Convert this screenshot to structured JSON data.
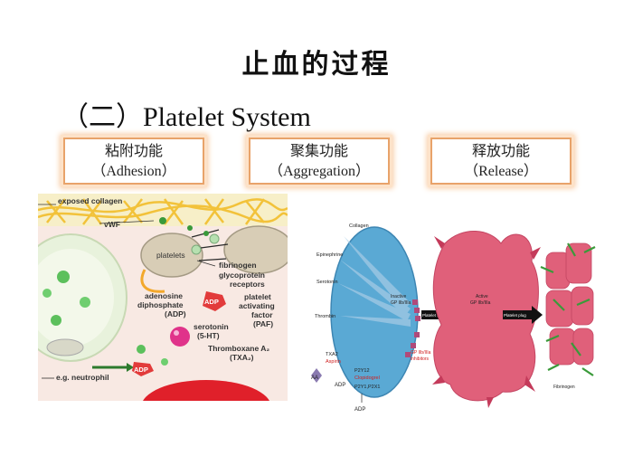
{
  "title": "止血的过程",
  "subtitle": "（二）Platelet System",
  "stages": [
    {
      "zh": "粘附功能",
      "en": "（Adhesion）"
    },
    {
      "zh": "聚集功能",
      "en": "（Aggregation）"
    },
    {
      "zh": "释放功能",
      "en": "（Release）"
    }
  ],
  "adhesion_diagram": {
    "exposed_collagen": "exposed collagen",
    "vwf": "vWF",
    "platelets": "platelets",
    "fibrinogen": "fibrinogen",
    "glycoprotein_1": "glycoprotein",
    "glycoprotein_2": "receptors",
    "adp_line1": "adenosine",
    "adp_line2": "diphosphate",
    "adp_line3": "(ADP)",
    "adp_badge": "ADP",
    "paf_line1": "platelet",
    "paf_line2": "activating",
    "paf_line3": "factor",
    "paf_line4": "(PAF)",
    "serotonin_line1": "serotonin",
    "serotonin_line2": "(5-HT)",
    "txa_line1": "Thromboxane A₂",
    "txa_line2": "(TXA₂)",
    "neutrophil": "e.g. neutrophil",
    "adp_badge_2": "ADP"
  },
  "aggregation_diagram": {
    "collagen": "Collagen",
    "epinephrine": "Epinephrine",
    "serotonin": "Serotonin",
    "thrombin": "Thrombin",
    "txa2": "TXA2",
    "aspirin": "Aspirin",
    "aa": "AA",
    "adp_left": "ADP",
    "adp_bottom": "ADP",
    "p2y12": "P2Y12",
    "clopidogrel": "Clopidogrel",
    "p2y1": "P2Y1,P2X1",
    "inactive_1": "Inactive",
    "inactive_2": "GP IIb/IIIa",
    "platelet_activation": "Platelet activation",
    "gp_inhib_1": "GP IIb/IIIa",
    "gp_inhib_2": "inhibitors",
    "active_1": "Active",
    "active_2": "GP IIb/IIIa",
    "platelet_plug": "Platelet plug",
    "fibrinogen": "Fibrinogen"
  },
  "colors": {
    "stage_border": "#e8a36a",
    "collagen_yellow": "#f2c23a",
    "platelet_tan": "#d8cdb6",
    "adp_red": "#e23b3b",
    "pink_platelet": "#e0607a",
    "blue_platelet": "#5aa9d4",
    "fibrin_green": "#3a9a3a"
  }
}
